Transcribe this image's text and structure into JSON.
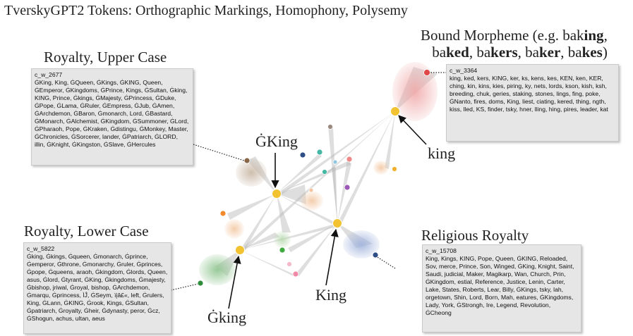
{
  "title": "TverskyGPT2 Tokens: Orthographic Markings, Homophony, Polysemy",
  "clusters": {
    "upper": {
      "heading": "Royalty, Upper Case",
      "id": "c_w_2677",
      "tokens": "ĠKing, King, ĠQueen, ĠKings, ĠKING, Queen, ĠEmperor, ĠKingdoms, ĠPrince, Kings, ĠSultan, Ġking, KING, Prince, Ġkings, ĠMajesty, ĠPrincess, ĠDuke, ĠPope, ĠLama, ĠRuler, ĠEmpress, ĠJub, ĠAmen, ĠArchdemon, ĠBaron, Ġmonarch, Lord, ĠBastard, ĠMonarch, ĠAlchemist, ĠKingdom, ĠSummoner, ĠLord, ĠPharaoh, Pope, ĠKraken, Ġdistingu, ĠMonkey, Master, ĠChronicles, ĠSorcerer, lander, ĠPatriarch, ĠLORD, illin, ĠKnight, ĠKingston, ĠSlave, ĠHercules"
    },
    "lower": {
      "heading": "Royalty, Lower Case",
      "id": "c_w_5822",
      "tokens": "Ġking, Ġkings, Ġqueen, Ġmonarch, Ġprince, Ġemperor, Ġthrone, Ġmonarchy, Ġruler, Ġprinces, Ġpope, Ġqueens, araoh, Ġkingdom, Ġlords, Queen, asus, Ġlord, Ġtyrant, ĠKing, Ġkingdoms, Ġmajesty, Ġbishop, jriwal, Ġroyal, bishop, ĠArchdemon, Ġmarqu, Ġprincess, ÌĴ, ĠSeym, ïįâ£«, left, Ġrulers, King, ĠLann, ĠKING, Ġrook, Kings, ĠSultan, Ġpatriarch, Ġroyalty, Ġheir, Ġdynasty, peror, Ġcz, ĠShogun, achus, ultan, aeus"
    },
    "morpheme": {
      "heading_line1": "Bound Morpheme (e.g. bak",
      "heading_line1_bold": "ing",
      "heading_line1_end": ",",
      "heading_line2_parts": [
        {
          "t": "ba",
          "b": false
        },
        {
          "t": "ked",
          "b": true
        },
        {
          "t": ", ba",
          "b": false
        },
        {
          "t": "kers",
          "b": true
        },
        {
          "t": ", ba",
          "b": false
        },
        {
          "t": "ker",
          "b": true
        },
        {
          "t": ", ba",
          "b": false
        },
        {
          "t": "kes",
          "b": true
        },
        {
          "t": ")",
          "b": false
        }
      ],
      "id": "c_w_3364",
      "tokens": "king, ked, kers, KING, ker, ks, kens, kes, KEN, ken, KER, ching, kin, kins, kies, piring, ky, nets, lords, kson, kish, ksh, breeding, chuk, geries, staking, stones, lings, fing, poke, ĠNanto, fires, doms, King, liest, ciating, kered, thing, ngth, kiss, lled, KS, finder, tsky, hner, lling, hing, pires, leader, kat"
    },
    "religious": {
      "heading": "Religious Royalty",
      "id": "c_w_15708",
      "tokens": "King, Kings, KING, Pope, Queen, ĠKING, Reloaded, Sov, merce, Prince, Son, Winged, ĠKing, Knight, Saint, Saudi, judicial, Maker, Magikarp, Wan, Church, Prin, ĠKingdom, estial, Reference, Justice, Lenin, Carter, Lake, States, Roberts, Lear, Billy, ĠKings, tsky, lah, orgetown, Shin, Lord, Born, Mah, eatures, ĠKingdoms, Lady, York, ĠStrongh, Ire, Legend, Revolution, ĠCheong"
    }
  },
  "node_labels": {
    "GKing": "ĠKing",
    "king": "king",
    "King": "King",
    "Gking": "Ġking"
  },
  "colors": {
    "hub": "#f2c230",
    "edge": "#b8b8b8",
    "upper_cloud": "#b9a89a",
    "morpheme_cloud": "#e89a9a",
    "lower_cloud": "#8fc28f",
    "religious_cloud": "#9aaed8"
  }
}
